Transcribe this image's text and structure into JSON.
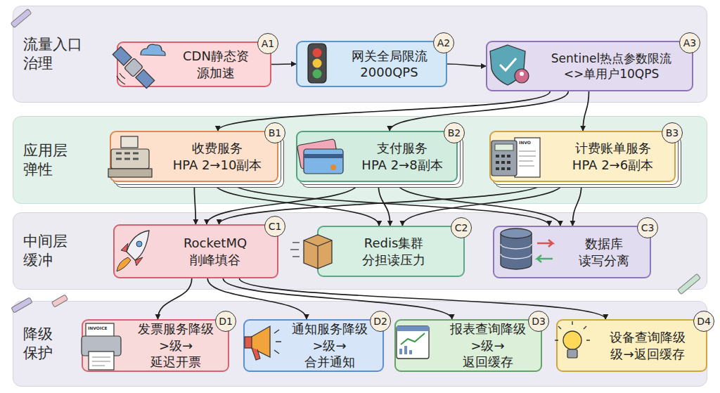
{
  "diagram": {
    "nodes": [
      {
        "text": [
          "流量入口 治理"
        ]
      },
      {
        "text": [
          "CDN静态资 源加速"
        ],
        "in": 0
      },
      {
        "text": [
          "A1"
        ],
        "in": 1
      },
      {
        "text": [
          "网关全局限流 2000QPS"
        ],
        "in": 0
      },
      {
        "text": [
          "A2"
        ],
        "in": 3
      },
      {
        "text": [
          "Sentinel热点参数限流 <>单用户10QPS"
        ],
        "in": 0
      },
      {
        "text": [
          "A3"
        ],
        "in": 5
      },
      {
        "text": [
          "应用层 弹性"
        ]
      },
      {
        "text": [
          "收费服务",
          "HPA 2→10副本"
        ],
        "in": 7
      },
      {
        "text": [
          "B1"
        ],
        "in": 8
      },
      {
        "text": [
          "支付服务",
          "HPA 2→8副本"
        ],
        "in": 7
      },
      {
        "text": [
          "B2"
        ],
        "in": 10
      },
      {
        "text": [
          "计费账单服务",
          "HPA 2→6副本"
        ],
        "in": 7
      },
      {
        "text": [
          "B3"
        ],
        "in": 12
      },
      {
        "text": [
          "中间层 缓冲"
        ]
      },
      {
        "text": [
          "RocketMQ 削峰填谷"
        ],
        "in": 14
      },
      {
        "text": [
          "C1"
        ],
        "in": 15
      },
      {
        "text": [
          "Redis集群 分担读压力"
        ],
        "in": 14
      },
      {
        "text": [
          "C2"
        ],
        "in": 17
      },
      {
        "text": [
          "数据库 读写分离"
        ],
        "in": 14
      },
      {
        "text": [
          "C3"
        ],
        "in": 19
      },
      {
        "text": [
          "降级 保护"
        ]
      },
      {
        "text": [
          "发票服务降级 >级→延迟开票"
        ],
        "in": 21
      },
      {
        "text": [
          "D1"
        ],
        "in": 22
      },
      {
        "text": [
          "通知服务降级 >级→合并通知"
        ],
        "in": 21
      },
      {
        "text": [
          "D2"
        ],
        "in": 24
      },
      {
        "text": [
          "报表查询降级 >级→返回缓存"
        ],
        "in": 21
      },
      {
        "text": [
          "D3"
        ],
        "in": 26
      },
      {
        "text": [
          "设备查询降级 级→返回缓存"
        ],
        "in": 21
      },
      {
        "text": [
          "D4"
        ],
        "in": 28
      }
    ],
    "edges": [
      {
        "from": 1,
        "to": 3,
        "arrow": "to"
      },
      {
        "from": 3,
        "to": 5,
        "arrow": "to"
      },
      {
        "from": 5,
        "to": 8,
        "arrow": "to"
      },
      {
        "from": 5,
        "to": 10,
        "arrow": "to"
      },
      {
        "from": 5,
        "to": 12,
        "arrow": "to"
      },
      {
        "from": 8,
        "to": 15,
        "arrow": "to"
      },
      {
        "from": 8,
        "to": 17,
        "arrow": "to"
      },
      {
        "from": 8,
        "to": 19,
        "arrow": "to"
      },
      {
        "from": 10,
        "to": 15,
        "arrow": "to"
      },
      {
        "from": 10,
        "to": 17,
        "arrow": "to"
      },
      {
        "from": 10,
        "to": 19,
        "arrow": "to"
      },
      {
        "from": 12,
        "to": 15,
        "arrow": "to"
      },
      {
        "from": 12,
        "to": 17,
        "arrow": "to"
      },
      {
        "from": 12,
        "to": 19,
        "arrow": "to"
      },
      {
        "from": 15,
        "to": 22,
        "arrow": "to"
      },
      {
        "from": 15,
        "to": 24,
        "arrow": "to"
      },
      {
        "from": 15,
        "to": 26,
        "arrow": "to"
      },
      {
        "from": 15,
        "to": 28,
        "arrow": "to"
      }
    ],
    "labels": [
      "INVO",
      "INVOICE"
    ]
  }
}
